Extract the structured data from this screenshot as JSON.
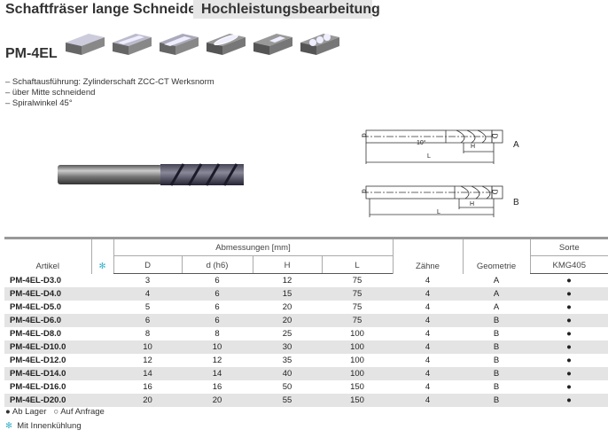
{
  "header": {
    "title": "Schaftfräser lange Schneide",
    "subtitle": "Hochleistungsbearbeitung"
  },
  "model": "PM-4EL",
  "features": [
    "– Schaftausführung: Zylinderschaft ZCC-CT Werksnorm",
    "– über Mitte schneidend",
    "– Spiralwinkel 45°"
  ],
  "drawing": {
    "angle": "10°",
    "d": "d",
    "D": "D",
    "H": "H",
    "L": "L",
    "labelA": "A",
    "labelB": "B"
  },
  "table": {
    "group_header": "Abmessungen [mm]",
    "sorte": "Sorte",
    "artikel": "Artikel",
    "coolant_icon": "✻",
    "cols": [
      "D",
      "d (h6)",
      "H",
      "L"
    ],
    "zaehne": "Zähne",
    "geometrie": "Geometrie",
    "grade": "KMG405",
    "rows": [
      [
        "PM-4EL-D3.0",
        "3",
        "6",
        "12",
        "75",
        "4",
        "A",
        "●"
      ],
      [
        "PM-4EL-D4.0",
        "4",
        "6",
        "15",
        "75",
        "4",
        "A",
        "●"
      ],
      [
        "PM-4EL-D5.0",
        "5",
        "6",
        "20",
        "75",
        "4",
        "A",
        "●"
      ],
      [
        "PM-4EL-D6.0",
        "6",
        "6",
        "20",
        "75",
        "4",
        "B",
        "●"
      ],
      [
        "PM-4EL-D8.0",
        "8",
        "8",
        "25",
        "100",
        "4",
        "B",
        "●"
      ],
      [
        "PM-4EL-D10.0",
        "10",
        "10",
        "30",
        "100",
        "4",
        "B",
        "●"
      ],
      [
        "PM-4EL-D12.0",
        "12",
        "12",
        "35",
        "100",
        "4",
        "B",
        "●"
      ],
      [
        "PM-4EL-D14.0",
        "14",
        "14",
        "40",
        "100",
        "4",
        "B",
        "●"
      ],
      [
        "PM-4EL-D16.0",
        "16",
        "16",
        "50",
        "150",
        "4",
        "B",
        "●"
      ],
      [
        "PM-4EL-D20.0",
        "20",
        "20",
        "55",
        "150",
        "4",
        "B",
        "●"
      ]
    ]
  },
  "legend": {
    "stock": "● Ab Lager",
    "request": "○ Auf Anfrage",
    "coolant_icon": "✻",
    "coolant": "Mit Innenkühlung"
  },
  "colors": {
    "accent": "#3ab0c8",
    "alt_row": "#e4e4e4"
  }
}
